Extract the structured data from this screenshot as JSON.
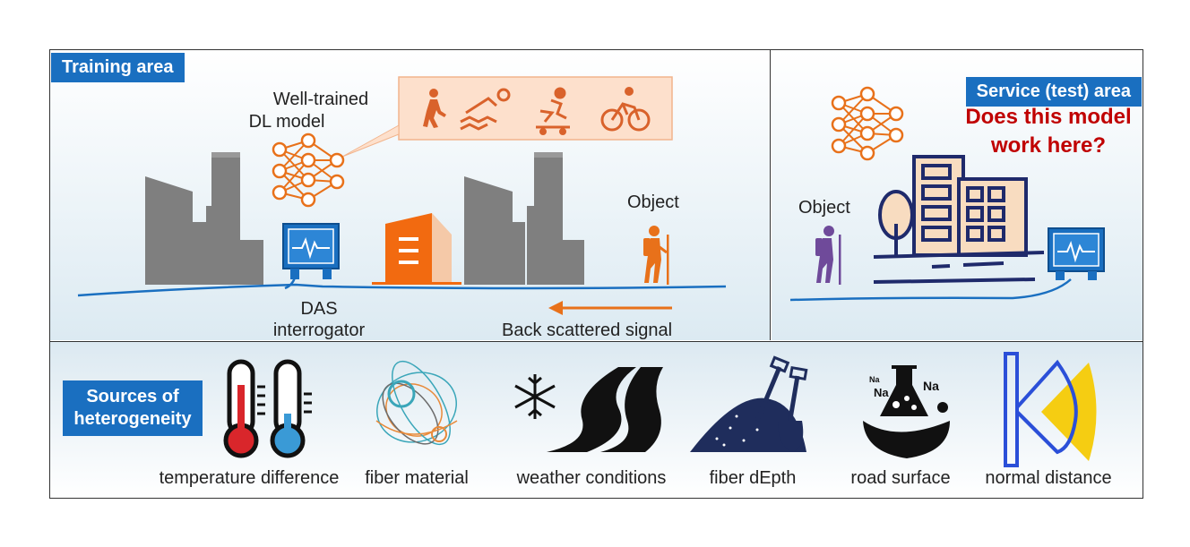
{
  "training_area": {
    "title": "Training area",
    "model_label_line1": "Well-trained",
    "model_label_line2": "DL model",
    "object_label": "Object",
    "interrogator_line1": "DAS",
    "interrogator_line2": "interrogator",
    "signal_label": "Back scattered signal"
  },
  "service_area": {
    "title": "Service (test) area",
    "question_line1": "Does this model",
    "question_line2": "work here?",
    "object_label": "Object"
  },
  "sources": {
    "title_line1": "Sources of",
    "title_line2": "heterogeneity",
    "items": [
      {
        "label": "temperature difference",
        "icon": "thermometer-icon"
      },
      {
        "label": "fiber material",
        "icon": "fiber-icon"
      },
      {
        "label": "weather conditions",
        "icon": "snow-road-icon"
      },
      {
        "label": "fiber dEpth",
        "icon": "shovel-icon"
      },
      {
        "label": "road surface",
        "icon": "salt-flask-icon"
      },
      {
        "label": "normal distance",
        "icon": "distance-icon"
      }
    ]
  },
  "colors": {
    "accent_blue": "#1a6fc0",
    "orange": "#e8711a",
    "question_red": "#c00000",
    "navy": "#1f2a6b"
  }
}
